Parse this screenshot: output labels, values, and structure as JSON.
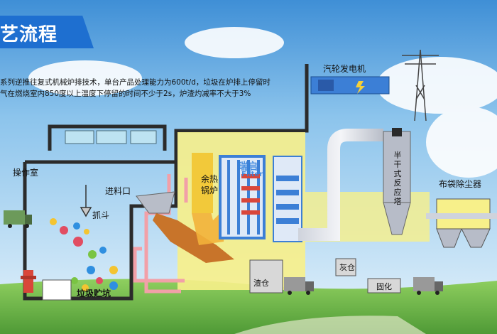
{
  "header": {
    "title": "艺流程",
    "desc_line1": "系列逆推往复式机械炉排技术，单台产品处理能力为600t/d，垃圾在炉排上停留时",
    "desc_line2": "气在燃烧室内850度以上温度下停留的时间不少于2s，炉渣灼减率不大于3%"
  },
  "labels": {
    "turbine": "汽轮发电机",
    "control_room": "操作室",
    "grab": "抓斗",
    "feed_port": "进料口",
    "waste_pit": "垃圾贮坑",
    "boiler_1": "余热",
    "boiler_2": "锅炉",
    "slag_bin": "渣仓",
    "reactor": [
      "半",
      "干",
      "式",
      "反",
      "应",
      "塔"
    ],
    "bag_filter": "布袋除尘器",
    "ash_bin": "灰仓",
    "solidify": "固化"
  },
  "watermark": {
    "cn": "瑞启",
    "en": "Filter"
  },
  "colors": {
    "sky_top": "#3f8fd6",
    "sky_bottom": "#d9ecf8",
    "grass": "#6fb84a",
    "plant_yellow": "#f7f08a",
    "pipe_pink": "#f2a0a8",
    "boiler_blue": "#3c7fd6",
    "reactor_gray": "#b7bcc8",
    "title_blue": "#1e6fd0"
  }
}
